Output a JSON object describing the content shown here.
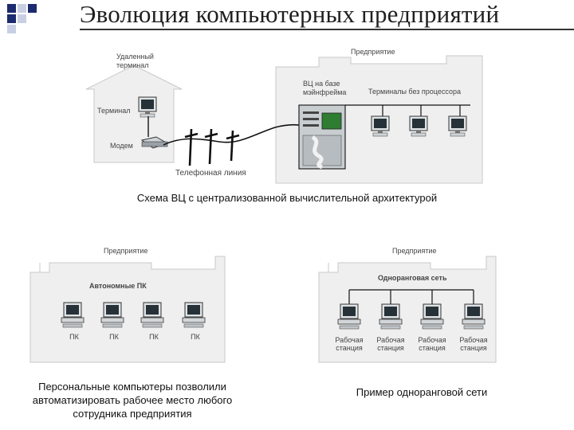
{
  "title": "Эволюция компьютерных предприятий",
  "diagram_top": {
    "remote_terminal_label": "Удаленный\nтерминал",
    "terminal_label": "Терминал",
    "modem_label": "Модем",
    "phone_line_label": "Телефонная линия",
    "enterprise_label": "Предприятие",
    "mainframe_label": "ВЦ на базе\nмэйнфрейма",
    "terminals_label": "Терминалы без процессора",
    "caption": "Схема ВЦ с централизованной вычислительной архитектурой"
  },
  "diagram_left": {
    "enterprise_label": "Предприятие",
    "group_label": "Автономные ПК",
    "pc_labels": [
      "ПК",
      "ПК",
      "ПК",
      "ПК"
    ],
    "caption": "Персональные компьютеры позволили\nавтоматизировать рабочее место любого\nсотрудника предприятия"
  },
  "diagram_right": {
    "enterprise_label": "Предприятие",
    "group_label": "Одноранговая сеть",
    "ws_labels": [
      "Рабочая\nстанция",
      "Рабочая\nстанция",
      "Рабочая\nстанция",
      "Рабочая\nстанция"
    ],
    "caption": "Пример одноранговой сети"
  }
}
